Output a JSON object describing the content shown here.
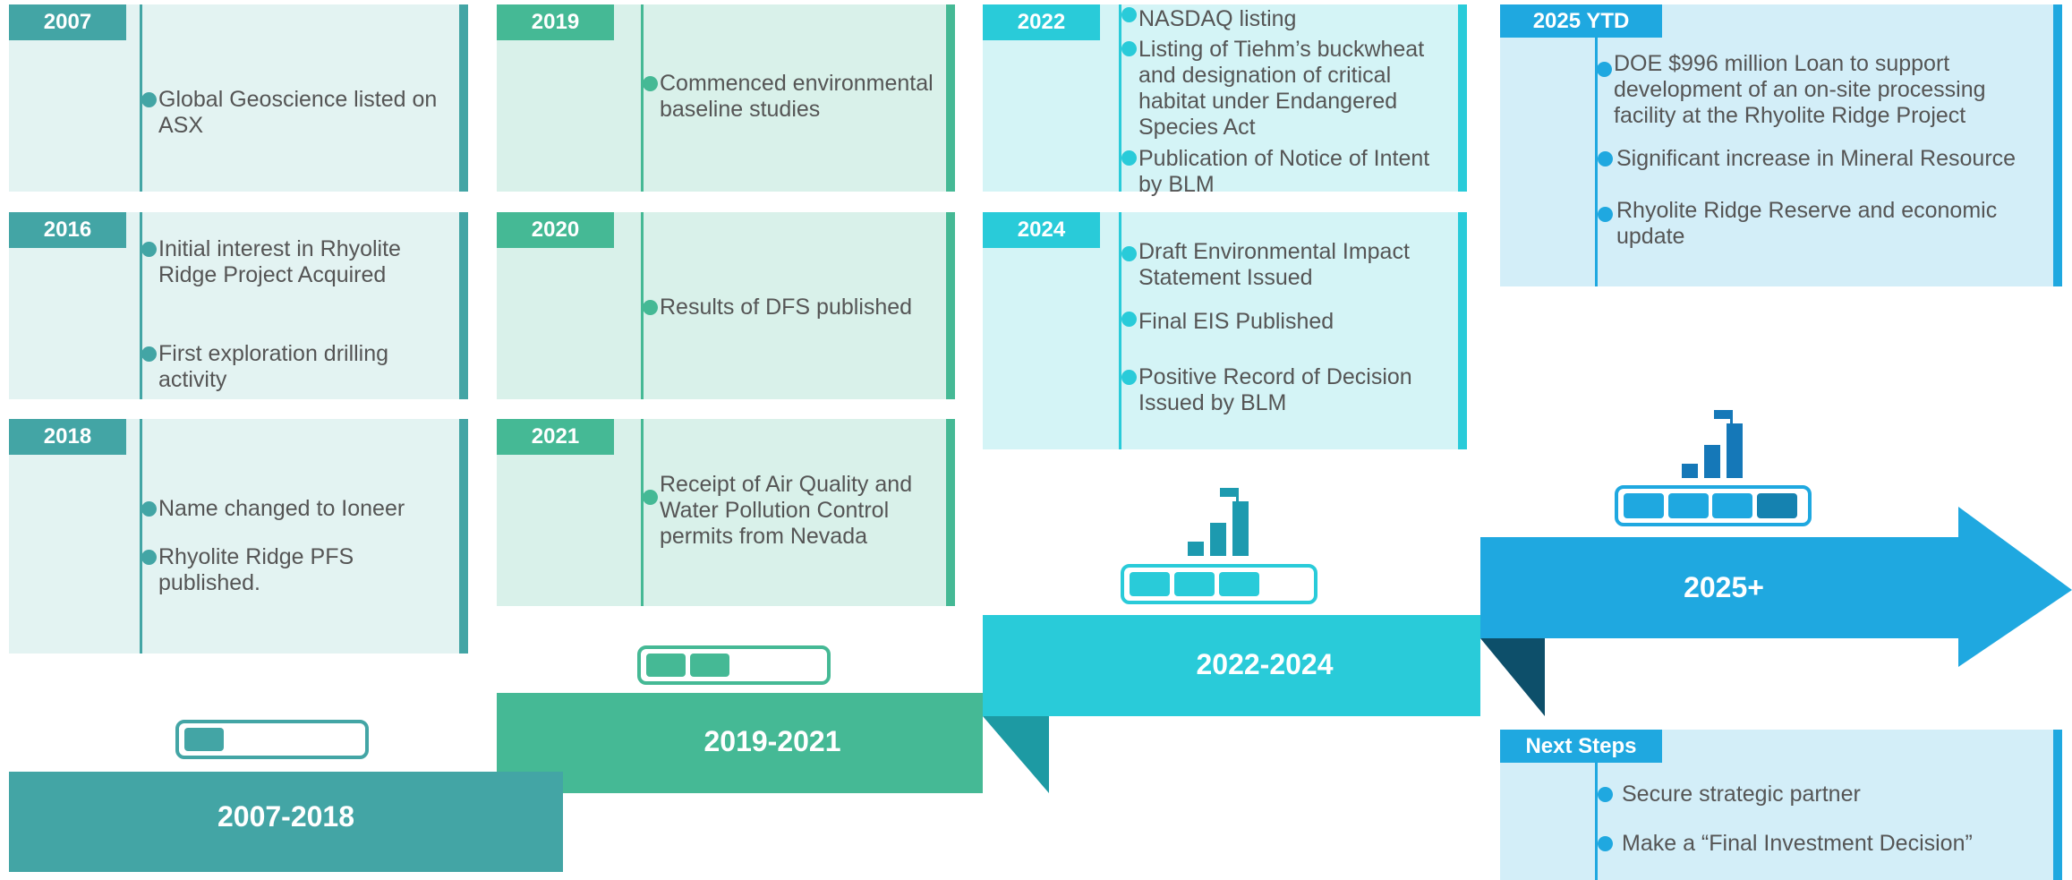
{
  "colors": {
    "teal_dark": "#43a5a5",
    "green": "#45b995",
    "cyan": "#29cbd9",
    "blue": "#1fa8e0",
    "card_teal": "#e3f3f2",
    "card_green": "#d9f1ea",
    "card_cyan": "#d4f4f6",
    "card_blue": "#d3eef8",
    "text": "#555555"
  },
  "phases": {
    "p1": "2007-2018",
    "p2": "2019-2021",
    "p3": "2022-2024",
    "p4": "2025+"
  },
  "cards": {
    "y2007": {
      "tag": "2007",
      "items": [
        "Global Geoscience listed on ASX"
      ]
    },
    "y2016": {
      "tag": "2016",
      "items": [
        "Initial interest in Rhyolite Ridge Project Acquired",
        "First exploration drilling activity"
      ]
    },
    "y2018": {
      "tag": "2018",
      "items": [
        "Name changed to Ioneer",
        "Rhyolite Ridge PFS published."
      ]
    },
    "y2019": {
      "tag": "2019",
      "items": [
        "Commenced environmental baseline studies"
      ]
    },
    "y2020": {
      "tag": "2020",
      "items": [
        "Results of DFS published"
      ]
    },
    "y2021": {
      "tag": "2021",
      "items": [
        "Receipt of Air Quality and Water Pollution Control permits from Nevada"
      ]
    },
    "y2022": {
      "tag": "2022",
      "items": [
        "NASDAQ listing",
        "Listing of Tiehm’s buckwheat and designation of critical habitat under Endangered Species Act",
        "Publication of Notice of Intent by BLM"
      ]
    },
    "y2024": {
      "tag": "2024",
      "items": [
        "Draft Environmental Impact Statement Issued",
        "Final EIS Published",
        "Positive Record of Decision Issued by BLM"
      ]
    },
    "y2025": {
      "tag": "2025 YTD",
      "items": [
        "DOE $996 million Loan to support development of an on-site processing facility at the Rhyolite Ridge Project",
        "Significant increase in Mineral Resource",
        "Rhyolite Ridge Reserve and economic update"
      ]
    },
    "next": {
      "tag": "Next Steps",
      "items": [
        "Secure strategic partner",
        "Make a “Final Investment Decision”"
      ]
    }
  },
  "progress": {
    "p1": 0.25,
    "p2": 0.5,
    "p3": 0.75,
    "p4": 1.0
  }
}
